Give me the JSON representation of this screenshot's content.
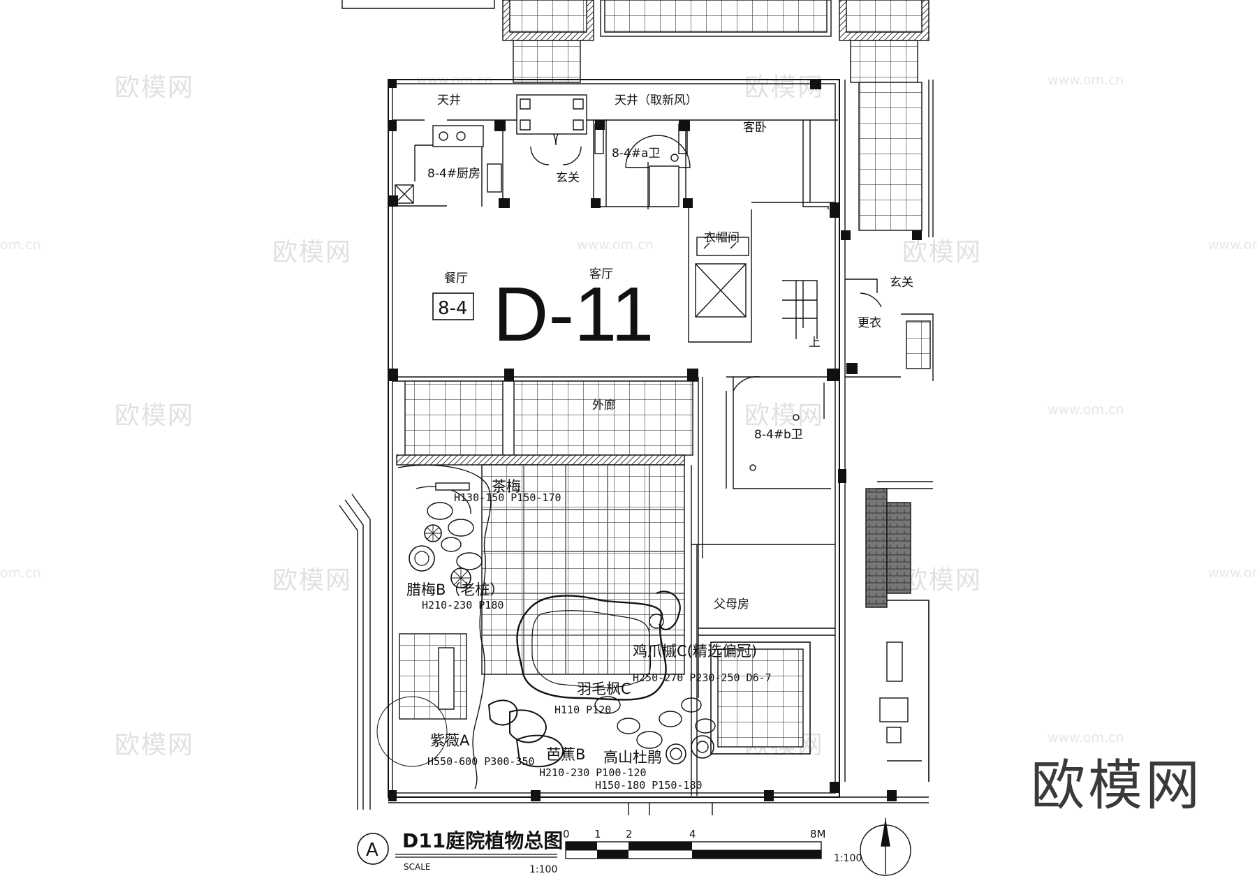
{
  "rooms": {
    "skywell_left": "天井",
    "skywell_right": "天井（取新风）",
    "guest_bedroom": "客卧",
    "bath_a": "8-4#a卫",
    "kitchen": "8-4#厨房",
    "entry_main": "玄关",
    "cloakroom": "衣帽间",
    "dining": "餐厅",
    "living": "客厅",
    "entry_side": "玄关",
    "changing": "更衣",
    "veranda": "外廊",
    "bath_b": "8-4#b卫",
    "parents_room": "父母房",
    "stair_up": "上"
  },
  "unit_tag": "8-4",
  "building_code": "D-11",
  "plants": [
    {
      "name": "茶梅",
      "spec": "H130-150 P150-170"
    },
    {
      "name": "腊梅B（老桩）",
      "spec": "H210-230 P180"
    },
    {
      "name": "鸡爪槭C(精选偏冠)",
      "spec": "H250-270 P230-250 D6-7"
    },
    {
      "name": "羽毛枫C",
      "spec": "H110 P120"
    },
    {
      "name": "紫薇A",
      "spec": "H550-600 P300-350"
    },
    {
      "name": "芭蕉B",
      "spec": "H210-230 P100-120"
    },
    {
      "name": "高山杜鹃",
      "spec": "H150-180 P150-180"
    }
  ],
  "title_block": {
    "marker": "A",
    "title": "D11庭院植物总图",
    "scale_word": "SCALE",
    "scale_ratio": "1:100",
    "scale_ticks": [
      "0",
      "1",
      "2",
      "4",
      "8M"
    ],
    "scale_bar_ratio": "1:100"
  },
  "watermark": {
    "text": "欧模网",
    "url": "www.om.cn",
    "url_partial": "om.cn",
    "brand": "欧模网"
  }
}
